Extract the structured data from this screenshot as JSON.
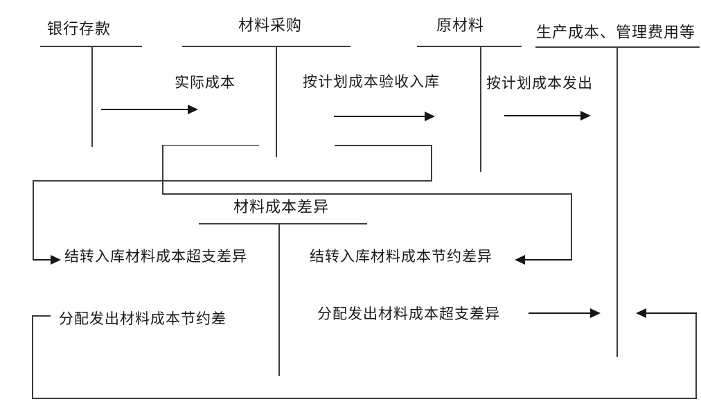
{
  "diagram": {
    "accounts": {
      "bank": "银行存款",
      "material_purchase": "材料采购",
      "raw_material": "原材料",
      "production_cost": "生产成本、管理费用等",
      "material_cost_variance": "材料成本差异"
    },
    "flow_labels": {
      "actual_cost": "实际成本",
      "planned_cost_inbound": "按计划成本验收入库",
      "planned_cost_issue": "按计划成本发出",
      "transfer_inbound_overrun": "结转入库材料成本超支差异",
      "transfer_inbound_saving": "结转入库材料成本节约差异",
      "allocate_issue_saving": "分配发出材料成本节约差",
      "allocate_issue_overrun": "分配发出材料成本超支差异"
    },
    "colors": {
      "line": "#3c3c3c",
      "arrow": "#161616",
      "text": "#1a1a1a",
      "background": "#ffffff"
    }
  }
}
